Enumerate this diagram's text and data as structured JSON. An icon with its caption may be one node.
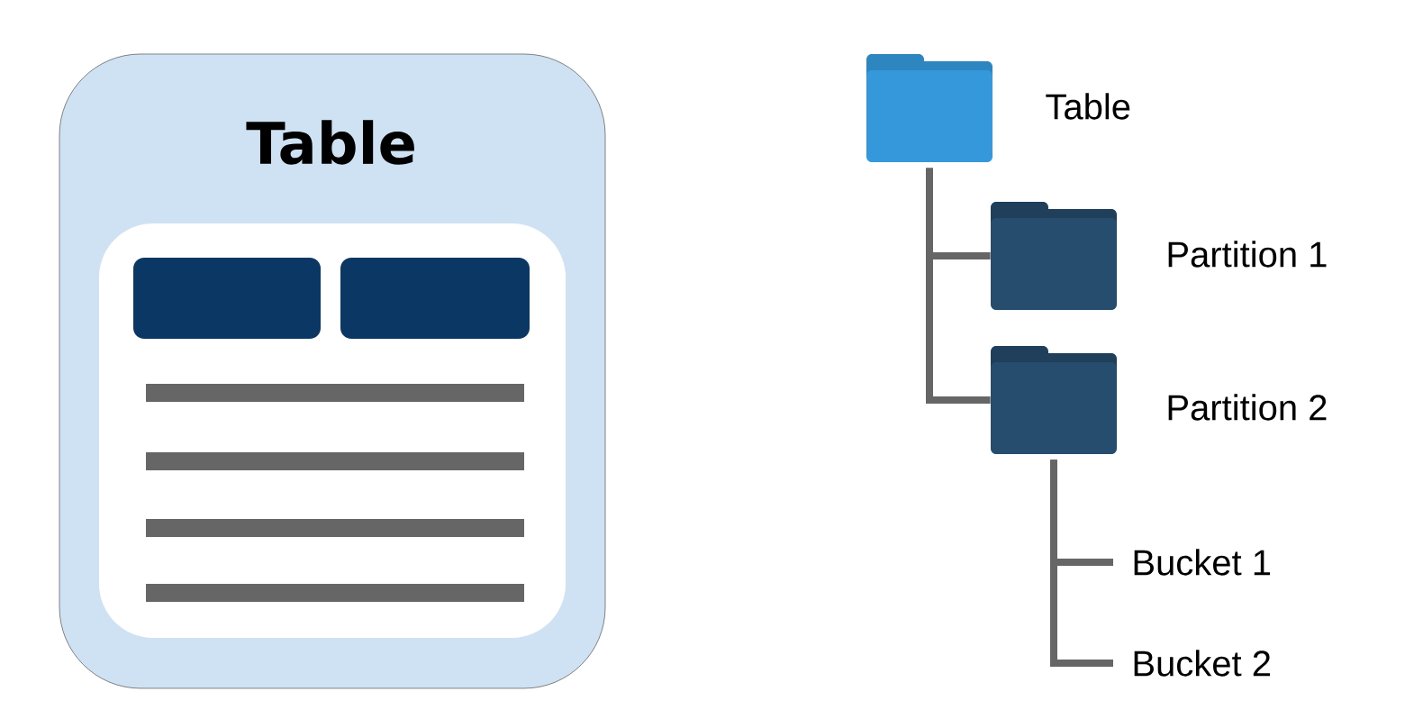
{
  "diagram": {
    "nodes": [
      {
        "text": [
          "Table"
        ]
      },
      {
        "text": [],
        "shape": "folder",
        "beside": [
          "Table"
        ]
      },
      {
        "text": [],
        "shape": "folder",
        "beside": [
          "Partition 1"
        ]
      },
      {
        "text": [],
        "shape": "folder",
        "beside": [
          "Partition 2"
        ]
      },
      {
        "text": [
          "Bucket 1"
        ]
      },
      {
        "text": [
          "Bucket 2"
        ]
      }
    ],
    "edges": [
      {
        "from": 1,
        "to": 2,
        "arrow": "none"
      },
      {
        "from": 1,
        "to": 3,
        "arrow": "none"
      },
      {
        "from": 3,
        "to": 4,
        "arrow": "none"
      },
      {
        "from": 3,
        "to": 5,
        "arrow": "none"
      }
    ]
  }
}
